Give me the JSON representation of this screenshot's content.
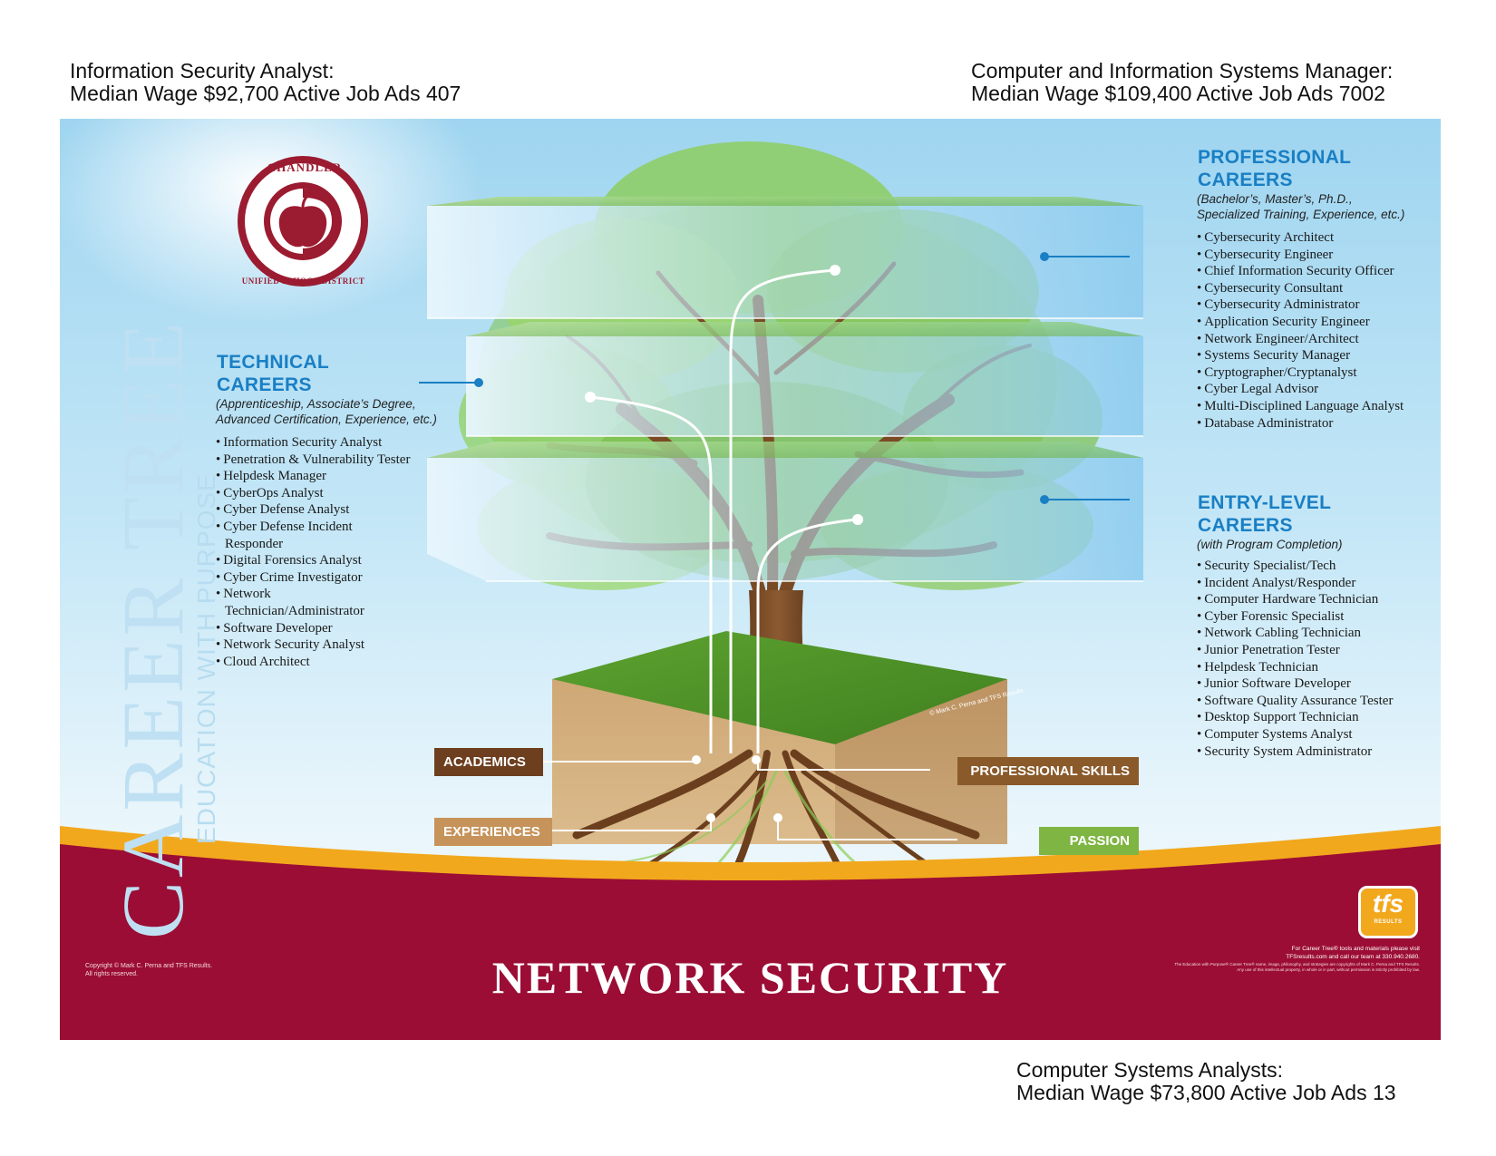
{
  "stats": {
    "top_left": {
      "title": "Information Security Analyst:",
      "detail": "Median Wage $92,700 Active Job Ads 407"
    },
    "top_right": {
      "title": "Computer and Information Systems Manager:",
      "detail": "Median Wage $109,400 Active Job Ads 7002"
    },
    "bottom_right": {
      "title": "Computer Systems Analysts:",
      "detail": "Median Wage $73,800 Active Job Ads 13"
    }
  },
  "poster": {
    "vertical_title": "CAREER TREE",
    "vertical_subtitle": "EDUCATION WITH PURPOSE",
    "logo": {
      "top_text": "CHANDLER",
      "ring_text": "UNIFIED SCHOOL DISTRICT"
    },
    "technical": {
      "title_1": "TECHNICAL",
      "title_2": "CAREERS",
      "sub_1": "(Apprenticeship, Associate’s Degree,",
      "sub_2": "Advanced Certification, Experience, etc.)",
      "items": [
        "Information Security Analyst",
        "Penetration & Vulnerability Tester",
        "Helpdesk Manager",
        "CyberOps Analyst",
        "Cyber Defense Analyst",
        "Cyber Defense Incident Responder",
        "Digital Forensics Analyst",
        "Cyber Crime Investigator",
        "Network Technician/Administrator",
        "Software Developer",
        "Network Security Analyst",
        "Cloud Architect"
      ]
    },
    "professional": {
      "title_1": "PROFESSIONAL",
      "title_2": "CAREERS",
      "sub_1": "(Bachelor’s, Master’s, Ph.D.,",
      "sub_2": "Specialized Training, Experience, etc.)",
      "items": [
        "Cybersecurity Architect",
        "Cybersecurity Engineer",
        "Chief Information Security Officer",
        "Cybersecurity Consultant",
        "Cybersecurity Administrator",
        "Application Security Engineer",
        "Network Engineer/Architect",
        "Systems Security Manager",
        "Cryptographer/Cryptanalyst",
        "Cyber Legal Advisor",
        "Multi-Disciplined Language Analyst",
        "Database Administrator"
      ]
    },
    "entry": {
      "title_1": "ENTRY-LEVEL",
      "title_2": "CAREERS",
      "sub_1": "(with Program Completion)",
      "items": [
        "Security Specialist/Tech",
        "Incident Analyst/Responder",
        "Computer Hardware Technician",
        "Cyber Forensic Specialist",
        "Network Cabling Technician",
        "Junior Penetration Tester",
        "Helpdesk Technician",
        "Junior Software Developer",
        "Software Quality Assurance Tester",
        "Desktop Support Technician",
        "Computer Systems Analyst",
        "Security System Administrator"
      ]
    },
    "roots": {
      "academics": "ACADEMICS",
      "professional_skills": "PROFESSIONAL SKILLS",
      "experiences": "EXPERIENCES",
      "passion": "PASSION"
    },
    "colors": {
      "accent_blue": "#1a7fc4",
      "banner_red": "#9b0d35",
      "gold": "#f2a81d",
      "academics": "#6d3f1f",
      "professional_skills": "#8a5a2b",
      "experiences": "#c6935a",
      "passion": "#7fb543"
    },
    "banner_title": "NETWORK SECURITY",
    "copyright_left_1": "Copyright © Mark C. Perna and TFS Results.",
    "copyright_left_2": "All rights reserved.",
    "ground_credit": "© Mark C. Perna and TFS Results",
    "tfs_logo": {
      "text": "tfs",
      "tagline": "RESULTS"
    },
    "promo_1": "For Career Tree® tools and materials please visit",
    "promo_2": "TFSresults.com and call our team at 330.940.2680.",
    "fine_print_1": "The Education with Purpose® Career Tree® name, image, philosophy, and strategies are copyrights of Mark C. Perna and TFS Results.",
    "fine_print_2": "Any use of this intellectual property, in whole or in part, without permission is strictly prohibited by law."
  }
}
